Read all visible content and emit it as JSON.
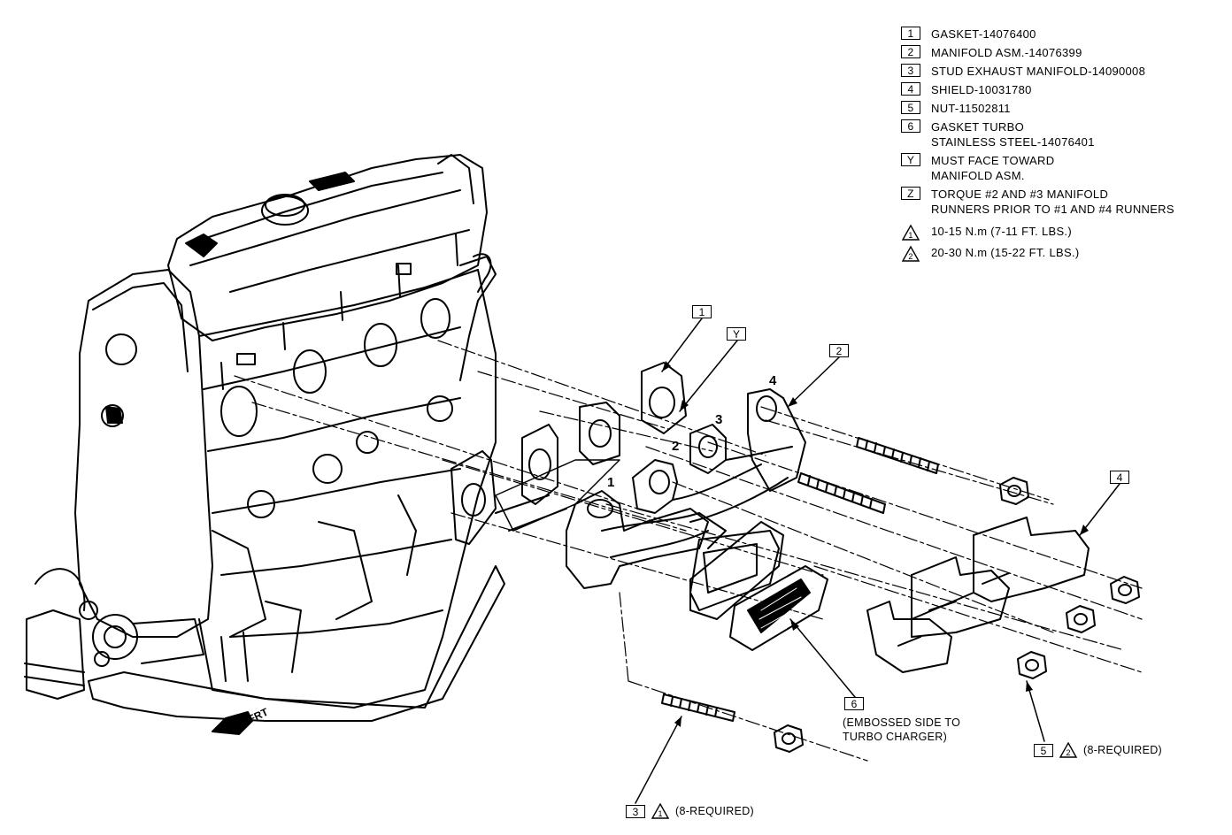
{
  "legend": [
    {
      "key": "1",
      "text": "GASKET-14076400"
    },
    {
      "key": "2",
      "text": "MANIFOLD ASM.-14076399"
    },
    {
      "key": "3",
      "text": "STUD EXHAUST MANIFOLD-14090008"
    },
    {
      "key": "4",
      "text": "SHIELD-10031780"
    },
    {
      "key": "5",
      "text": "NUT-11502811"
    },
    {
      "key": "6",
      "text": "GASKET TURBO\nSTAINLESS STEEL-14076401"
    },
    {
      "key": "Y",
      "text": "MUST FACE TOWARD\nMANIFOLD ASM."
    },
    {
      "key": "Z",
      "text": "TORQUE #2 AND #3 MANIFOLD\nRUNNERS PRIOR TO #1 AND #4 RUNNERS"
    }
  ],
  "torque": [
    {
      "key": "1",
      "text": "10-15 N.m (7-11 FT. LBS.)"
    },
    {
      "key": "2",
      "text": "20-30 N.m (15-22 FT. LBS.)"
    }
  ],
  "callouts": {
    "c1": "1",
    "cY": "Y",
    "c2": "2",
    "c4": "4",
    "c6": "6",
    "c5": "5",
    "c5_tri": "2",
    "c5_note": "(8-REQUIRED)",
    "c3": "3",
    "c3_tri": "1",
    "c3_note": "(8-REQUIRED)"
  },
  "note_6": "(EMBOSSED SIDE TO\nTURBO CHARGER)",
  "runners": [
    "1",
    "2",
    "3",
    "4"
  ],
  "frt_label": "FRT"
}
